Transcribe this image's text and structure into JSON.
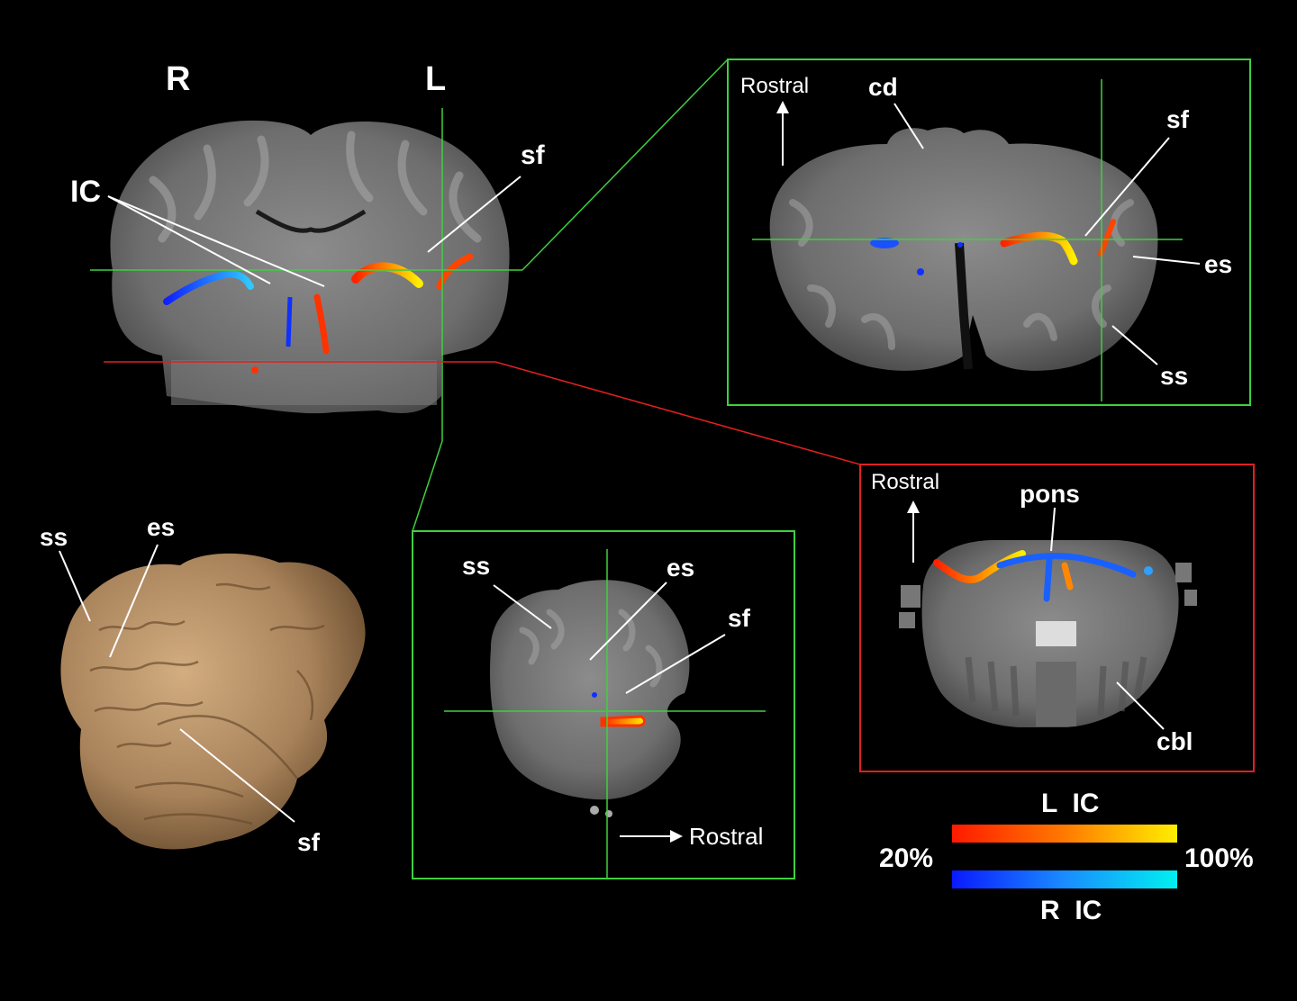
{
  "labels": {
    "right_side": "R",
    "left_side": "L",
    "coronal": {
      "ic": "IC",
      "sf": "sf"
    },
    "axial": {
      "rostral": "Rostral",
      "cd": "cd",
      "sf": "sf",
      "es": "es",
      "ss": "ss"
    },
    "sagittal": {
      "ss": "ss",
      "es": "es",
      "sf": "sf",
      "rostral": "Rostral"
    },
    "brainstem": {
      "rostral": "Rostral",
      "pons": "pons",
      "cbl": "cbl"
    },
    "render3d": {
      "ss": "ss",
      "es": "es",
      "sf": "sf"
    }
  },
  "legend": {
    "left_label": "L  IC",
    "right_label": "R  IC",
    "min_label": "20%",
    "max_label": "100%",
    "left_colors": [
      "#ff1a00",
      "#ff7a00",
      "#ffee00"
    ],
    "right_colors": [
      "#0a1aff",
      "#1a8cff",
      "#00f0f0"
    ]
  },
  "colors": {
    "plane_marker_green": "#3fcf3f",
    "plane_marker_red": "#e02020",
    "background": "#000000",
    "brain_3d": "#b08a5c"
  }
}
